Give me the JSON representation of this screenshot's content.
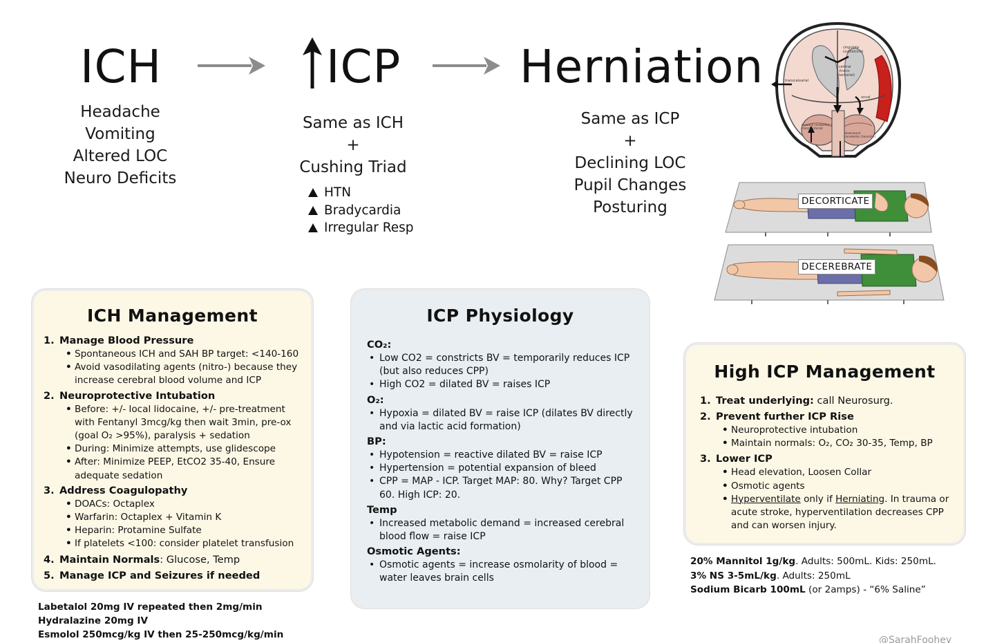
{
  "flow": {
    "ich_title": "ICH",
    "icp_title": "ICP",
    "herniation_title": "Herniation",
    "ich_symptoms": [
      "Headache",
      "Vomiting",
      "Altered LOC",
      "Neuro Deficits"
    ],
    "icp_same": "Same as ICH",
    "icp_plus": "+",
    "icp_cushing": "Cushing Triad",
    "cushing_items": [
      "HTN",
      "Bradycardia",
      "Irregular Resp"
    ],
    "hern_same": "Same as ICP",
    "hern_plus": "+",
    "hern_items": [
      "Declining LOC",
      "Pupil Changes",
      "Posturing"
    ]
  },
  "brain_diagram": {
    "labels": [
      "cingulate (subfalcine)",
      "central (trans-tentorial)",
      "transcalvarial",
      "uncal",
      "upward cerebellar / transtentorial",
      "downward cerebellar (tonsillar)"
    ],
    "colors": {
      "bleed": "#c8201c",
      "ventricle": "#c9c9c9",
      "outline": "#222222",
      "tissue": "#f3d9cf"
    }
  },
  "posturing": {
    "decorticate": "DECORTICATE",
    "decerebrate": "DECEREBRATE"
  },
  "ich_mgmt": {
    "title": "ICH Management",
    "s1": {
      "num": "1.",
      "label": "Manage Blood Pressure",
      "bullets": [
        "Spontaneous ICH and SAH BP target: <140-160",
        "Avoid vasodilating agents (nitro-) because they increase cerebral blood volume and ICP"
      ]
    },
    "s2": {
      "num": "2.",
      "label": "Neuroprotective Intubation",
      "bullets": [
        "Before: +/- local lidocaine, +/- pre-treatment with Fentanyl 3mcg/kg then wait 3min, pre-ox (goal O₂ >95%), paralysis + sedation",
        "During: Minimize attempts, use glidescope",
        "After: Minimize PEEP, EtCO2 35-40, Ensure adequate sedation"
      ]
    },
    "s3": {
      "num": "3.",
      "label": "Address Coagulopathy",
      "bullets": [
        "DOACs: Octaplex",
        "Warfarin: Octaplex + Vitamin K",
        "Heparin: Protamine Sulfate",
        "If platelets <100: consider platelet transfusion"
      ]
    },
    "s4": {
      "num": "4.",
      "label": "Maintain Normals",
      "rest": ": Glucose, Temp"
    },
    "s5": {
      "num": "5.",
      "label": "Manage ICP and Seizures if needed"
    }
  },
  "bp_drugs": [
    "Labetalol 20mg IV repeated then 2mg/min",
    "Hydralazine 20mg IV",
    "Esmolol 250mcg/kg IV then 25-250mcg/kg/min"
  ],
  "icp_phys": {
    "title": "ICP Physiology",
    "co2_head": "CO₂:",
    "co2": [
      "Low CO2 = constricts BV = temporarily reduces ICP (but also reduces CPP)",
      "High CO2 = dilated BV = raises ICP"
    ],
    "o2_head": "O₂:",
    "o2": [
      "Hypoxia = dilated BV = raise ICP (dilates BV directly and via lactic acid formation)"
    ],
    "bp_head": "BP:",
    "bp": [
      "Hypotension = reactive dilated BV = raise ICP",
      "Hypertension = potential expansion of bleed",
      "CPP = MAP - ICP. Target MAP: 80. Why? Target CPP 60. High ICP: 20."
    ],
    "temp_head": "Temp",
    "temp": [
      "Increased metabolic demand = increased cerebral blood flow = raise ICP"
    ],
    "osm_head": "Osmotic Agents:",
    "osm": [
      "Osmotic agents = increase osmolarity of blood = water leaves brain cells"
    ]
  },
  "high_icp": {
    "title": "High ICP Management",
    "s1": {
      "num": "1.",
      "label": "Treat underlying:",
      "rest": " call Neurosurg."
    },
    "s2": {
      "num": "2.",
      "label": "Prevent further ICP Rise",
      "bullets": [
        "Neuroprotective intubation",
        "Maintain normals: O₂, CO₂ 30-35, Temp, BP"
      ]
    },
    "s3": {
      "num": "3.",
      "label": "Lower ICP",
      "bullets": [
        "Head elevation, Loosen Collar",
        "Osmotic agents"
      ],
      "hyper_pre": "Hyperventilate",
      "hyper_mid": " only if ",
      "hyper_link": "Herniating",
      "hyper_rest": ". In trauma or acute stroke, hyperventilation decreases CPP and can worsen injury."
    }
  },
  "osmo": {
    "l1_bold": "20% Mannitol 1g/kg",
    "l1_rest": ".  Adults: 500mL.  Kids: 250mL.",
    "l2_bold": "3% NS 3-5mL/kg",
    "l2_rest": ".  Adults: 250mL",
    "l3_bold": "Sodium Bicarb 100mL",
    "l3_rest": " (or 2amps) - “6% Saline”"
  },
  "credit": "@SarahFoohey"
}
